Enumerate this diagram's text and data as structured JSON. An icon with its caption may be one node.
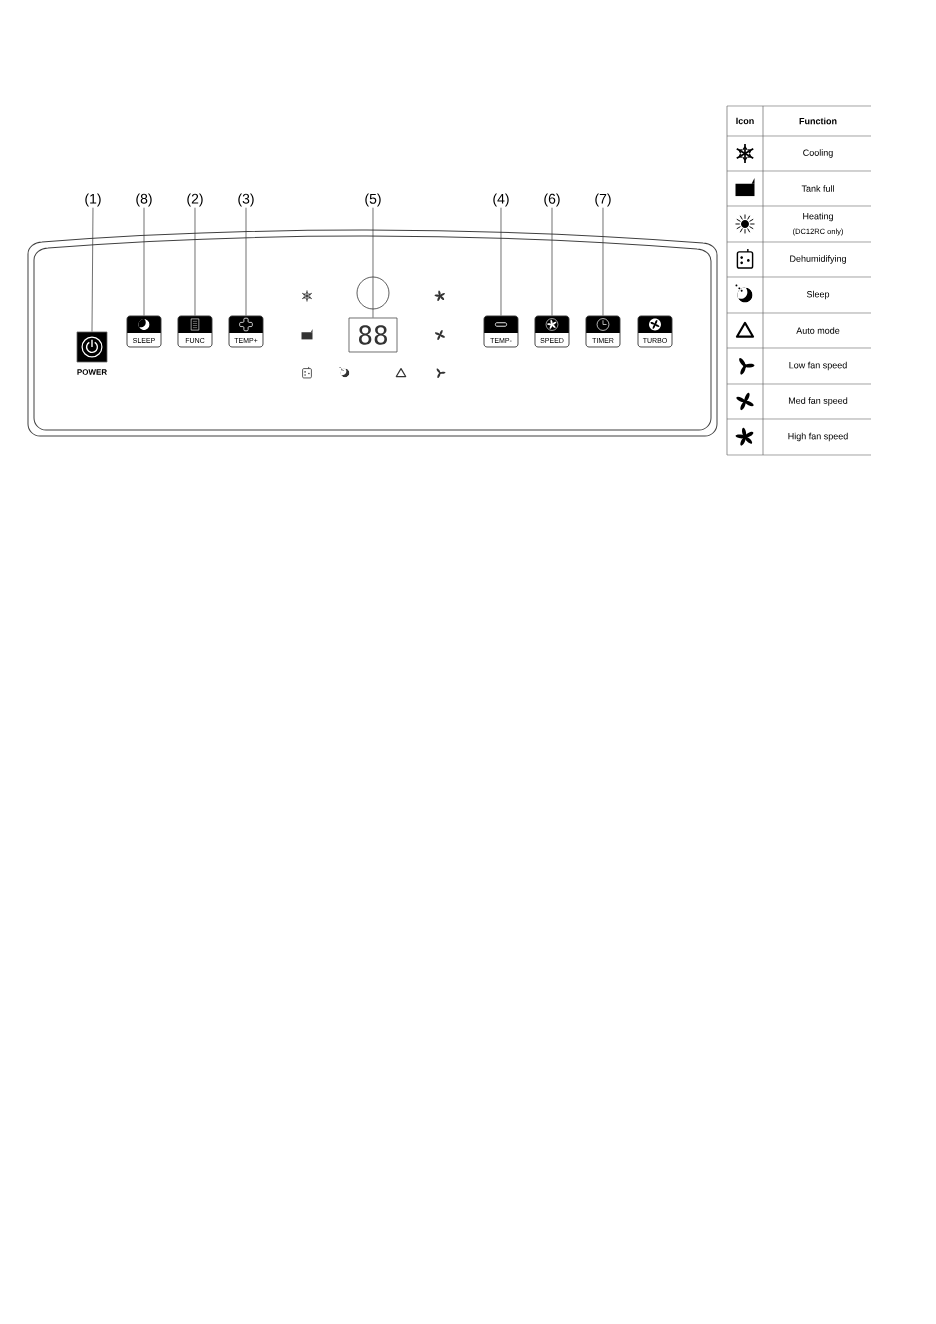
{
  "diagram": {
    "nodes": [
      {
        "text": [],
        "shape": "box"
      },
      {
        "text": [
          "(1)"
        ]
      },
      {
        "text": [
          "(8)"
        ]
      },
      {
        "text": [
          "(2)"
        ]
      },
      {
        "text": [
          "(3)"
        ]
      },
      {
        "text": [
          "(5)"
        ]
      },
      {
        "text": [
          "(4)"
        ]
      },
      {
        "text": [
          "(6)"
        ]
      },
      {
        "text": [
          "(7)"
        ]
      },
      {
        "text": [
          "POWER"
        ],
        "in": 0
      },
      {
        "text": [
          "SLEEP"
        ],
        "in": 0
      },
      {
        "text": [
          "FUNC"
        ],
        "in": 0
      },
      {
        "text": [
          "TEMP+"
        ],
        "in": 0
      },
      {
        "text": [
          "88"
        ],
        "in": 0
      },
      {
        "text": [
          "TEMP-"
        ],
        "in": 0
      },
      {
        "text": [
          "SPEED"
        ],
        "in": 0
      },
      {
        "text": [
          "TIMER"
        ],
        "in": 0
      },
      {
        "text": [
          "TURBO"
        ],
        "in": 0
      }
    ],
    "edges": [
      {
        "from": 1,
        "to": 9,
        "arrow": "none"
      },
      {
        "from": 2,
        "to": 10,
        "arrow": "none"
      },
      {
        "from": 3,
        "to": 11,
        "arrow": "none"
      },
      {
        "from": 4,
        "to": 12,
        "arrow": "none"
      },
      {
        "from": 5,
        "to": 13,
        "arrow": "none"
      },
      {
        "from": 6,
        "to": 14,
        "arrow": "none"
      },
      {
        "from": 7,
        "to": 15,
        "arrow": "none"
      },
      {
        "from": 8,
        "to": 16,
        "arrow": "none"
      }
    ],
    "labels": [
      "Icon",
      "Function",
      "Cooling",
      "Tank full",
      "Heating",
      "(DC12RC only)",
      "Dehumidifying",
      "Sleep",
      "Auto mode",
      "Low fan speed",
      "Med fan speed",
      "High fan speed"
    ]
  }
}
